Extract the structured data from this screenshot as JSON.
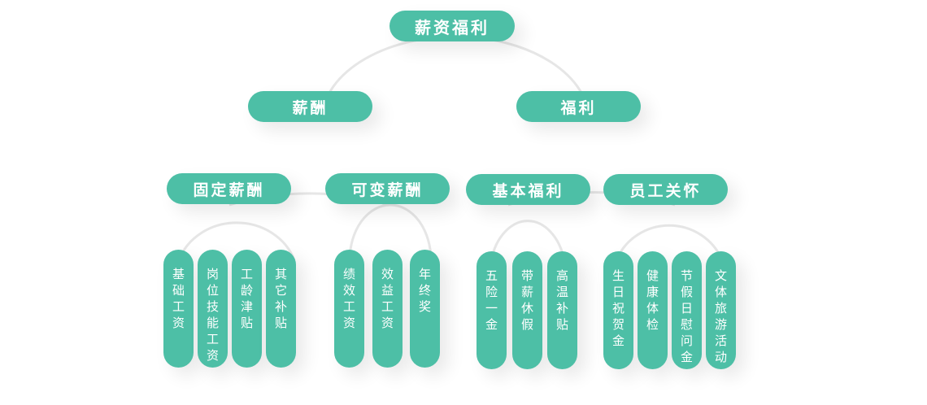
{
  "root": {
    "label": "薪资福利"
  },
  "level1": [
    {
      "label": "薪酬"
    },
    {
      "label": "福利"
    }
  ],
  "level2": [
    {
      "label": "固定薪酬",
      "items": [
        "基础工资",
        "岗位技能工资",
        "工龄津贴",
        "其它补贴"
      ]
    },
    {
      "label": "可变薪酬",
      "items": [
        "绩效工资",
        "效益工资",
        "年终奖"
      ]
    },
    {
      "label": "基本福利",
      "items": [
        "五险一金",
        "带薪休假",
        "高温补贴"
      ]
    },
    {
      "label": "员工关怀",
      "items": [
        "生日祝贺金",
        "健康体检",
        "节假日慰问金",
        "文体旅游活动"
      ]
    }
  ],
  "colors": {
    "node": "#4dbfa6",
    "connector": "#e6e6e6",
    "text": "#ffffff"
  }
}
